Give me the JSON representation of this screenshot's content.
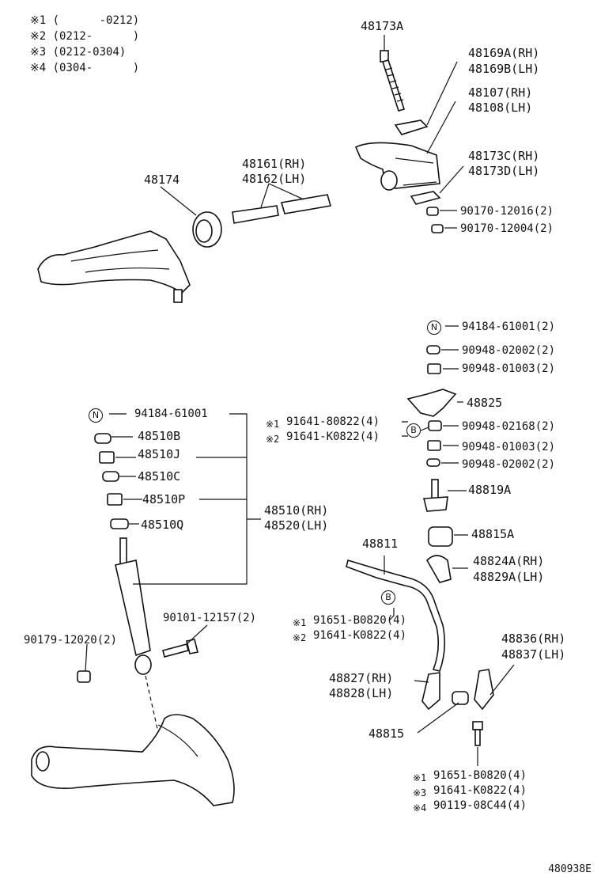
{
  "legend": [
    {
      "mark": "※1",
      "range": "(      -0212)"
    },
    {
      "mark": "※2",
      "range": "(0212-      )"
    },
    {
      "mark": "※3",
      "range": "(0212-0304)"
    },
    {
      "mark": "※4",
      "range": "(0304-      )"
    }
  ],
  "labels": {
    "p48173A": "48173A",
    "p48169A": "48169A(RH)",
    "p48169B": "48169B(LH)",
    "p48107": "48107(RH)",
    "p48108": "48108(LH)",
    "p48173C": "48173C(RH)",
    "p48173D": "48173D(LH)",
    "p90170_12016": "90170-12016(2)",
    "p90170_12004": "90170-12004(2)",
    "p48174": "48174",
    "p48161": "48161(RH)",
    "p48162": "48162(LH)",
    "p94184_right": "94184-61001(2)",
    "p90948_02002_a": "90948-02002(2)",
    "p90948_01003_a": "90948-01003(2)",
    "p48825": "48825",
    "p90948_02168": "90948-02168(2)",
    "p90948_01003_b": "90948-01003(2)",
    "p90948_02002_b": "90948-02002(2)",
    "p48819A": "48819A",
    "p48815A": "48815A",
    "p48824A": "48824A(RH)",
    "p48829A": "48829A(LH)",
    "p48811": "48811",
    "p94184_left": "94184-61001",
    "p48510B": "48510B",
    "p48510J": "48510J",
    "p48510C": "48510C",
    "p48510P": "48510P",
    "p48510Q": "48510Q",
    "p48510": "48510(RH)",
    "p48520": "48520(LH)",
    "p91641_80822_mark": "※1",
    "p91641_80822": "91641-80822(4)",
    "p91641_K0822_top_mark": "※2",
    "p91641_K0822_top": "91641-K0822(4)",
    "p90101": "90101-12157(2)",
    "p90179": "90179-12020(2)",
    "p91651_mid_mark": "※1",
    "p91651_mid": "91651-B0820(4)",
    "p91641_K0822_mid_mark": "※2",
    "p91641_K0822_mid": "91641-K0822(4)",
    "p48836": "48836(RH)",
    "p48837": "48837(LH)",
    "p48827": "48827(RH)",
    "p48828": "48828(LH)",
    "p48815": "48815",
    "p91651_bot_mark": "※1",
    "p91651_bot": "91651-B0820(4)",
    "p91641_K0822_bot_mark": "※3",
    "p91641_K0822_bot": "91641-K0822(4)",
    "p90119_mark": "※4",
    "p90119": "90119-08C44(4)",
    "n_symbol": "N",
    "b_symbol": "B"
  },
  "footer": "480938E"
}
